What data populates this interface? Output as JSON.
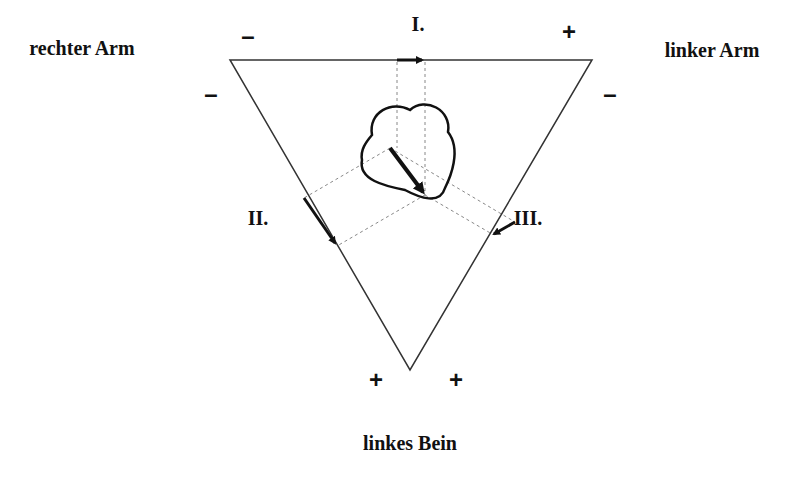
{
  "diagram": {
    "labels": [
      "rechter Arm",
      "–",
      "I.",
      "+",
      "linker Arm",
      "–",
      "–",
      "II.",
      "III.",
      "+",
      "+",
      "linkes Bein"
    ]
  }
}
